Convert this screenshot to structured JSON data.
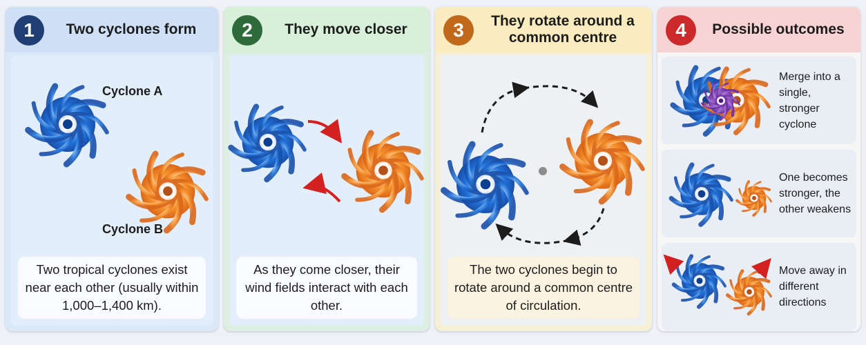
{
  "colors": {
    "blue": "#1e6fd1",
    "orange": "#f28c28",
    "purple": "#7b3bb3",
    "arrow_red": "#d32020",
    "panel1_head": "#cfe0f6",
    "panel2_head": "#d8efd9",
    "panel3_head": "#fbecc0",
    "panel4_head": "#f8d3d3",
    "num1": "#1f3f73",
    "num2": "#2e6b3a",
    "num3": "#c0691b",
    "num4": "#cc2a2a"
  },
  "panels": [
    {
      "number": "1",
      "title": "Two cyclones form",
      "labels": {
        "a": "Cyclone A",
        "b": "Cyclone B"
      },
      "caption": "Two tropical cyclones exist near each other (usually within 1,000–1,400 km)."
    },
    {
      "number": "2",
      "title": "They move closer",
      "caption": "As they come closer, their wind fields interact with each other."
    },
    {
      "number": "3",
      "title": "They rotate around a common centre",
      "caption": "The two cyclones begin to rotate around a common centre of circulation."
    },
    {
      "number": "4",
      "title": "Possible outcomes",
      "outcomes": [
        {
          "text": "Merge into a single, stronger cyclone"
        },
        {
          "text": "One becomes stronger, the other weakens"
        },
        {
          "text": "Move away in different directions"
        }
      ]
    }
  ]
}
